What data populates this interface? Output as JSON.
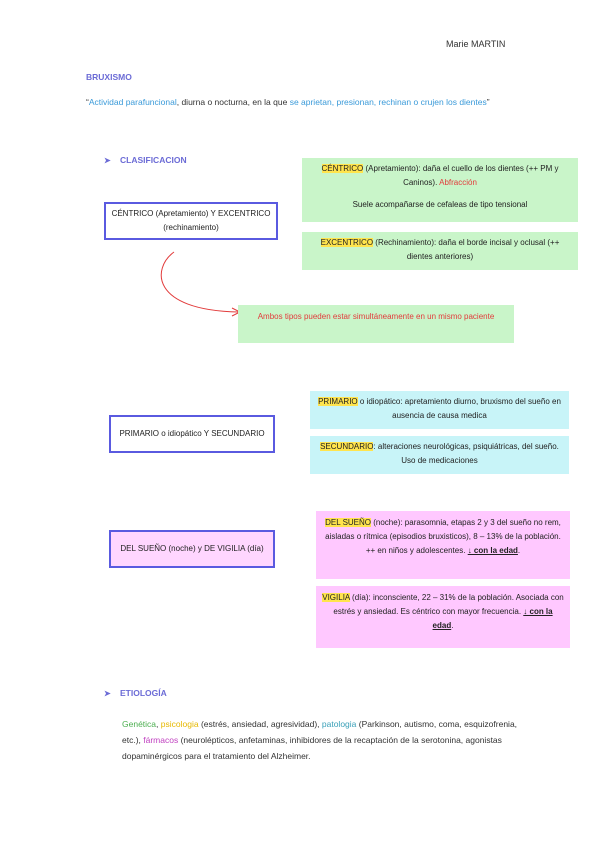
{
  "author": "Marie MARTIN",
  "title": "BRUXISMO",
  "definition": {
    "open_quote": "“",
    "part1": "Actividad parafuncional",
    "part2": ", diurna o nocturna, en la que ",
    "part3": "se aprietan, presionan, rechinan o crujen los dientes",
    "close_quote": "”"
  },
  "section_arrow": "➤",
  "sections": {
    "clasificacion": "CLASIFICACION",
    "etiologia": "ETIOLOGÍA"
  },
  "class1": {
    "main": "CÉNTRICO (Apretamiento) Y EXCENTRICO (rechinamiento)",
    "centrico_hl": "CÉNTRICO",
    "centrico_rest": " (Apretamiento): daña el cuello de los dientes (++ PM y Caninos). ",
    "centrico_red": "Abfracción",
    "centrico_note": "Suele acompañarse de cefaleas de tipo tensional",
    "excentrico_hl": "EXCENTRICO",
    "excentrico_rest": " (Rechinamiento): daña el borde incisal y oclusal (++ dientes anteriores)",
    "both": "Ambos tipos pueden estar simultáneamente en un mismo paciente"
  },
  "class2": {
    "main": "PRIMARIO o idiopático Y SECUNDARIO",
    "primario_hl": "PRIMARIO",
    "primario_rest": " o idiopático: apretamiento diurno, bruxismo del sueño en ausencia de causa medica",
    "secundario_hl": "SECUNDARIO",
    "secundario_rest": ": alteraciones neurológicas, psiquiátricas, del sueño. Uso de medicaciones"
  },
  "class3": {
    "main": "DEL SUEÑO (noche) y DE VIGILIA (día)",
    "sueno_hl": "DEL SUEÑO",
    "sueno_rest": " (noche): parasomnia, etapas 2 y 3 del sueño no rem, aisladas o rítmica (episodios bruxisticos), 8 – 13% de la población. ++ en niños y adolescentes. ",
    "sueno_u": "↓ con la edad",
    "vigilia_hl": "VIGILIA",
    "vigilia_rest": " (día): inconsciente, 22 – 31% de la población. Asociada con estrés y ansiedad. Es céntrico con mayor frecuencia. ",
    "vigilia_u": "↓ con la edad",
    "end": "."
  },
  "etiologia": {
    "genetica": "Genética",
    "sep1": ", ",
    "psicologia": "psicologia",
    "psico_rest": " (estrés, ansiedad, agresividad), ",
    "patologia": "patologia",
    "pato_rest": " (Parkinson, autismo, coma, esquizofrenia, etc.), ",
    "farmacos": "fármacos",
    "farm_rest": " (neurolépticos, anfetaminas, inhibidores de la recaptación de la serotonina, agonistas dopaminérgicos para el tratamiento del Alzheimer."
  },
  "colors": {
    "accent": "#6b6bd6",
    "blue_text": "#3a9ad9",
    "red_text": "#e23b3b",
    "highlight": "#ffe44d",
    "green_box": "#c9f5c9",
    "cyan_box": "#c8f4f8",
    "pink_box": "#ffc8ff"
  }
}
